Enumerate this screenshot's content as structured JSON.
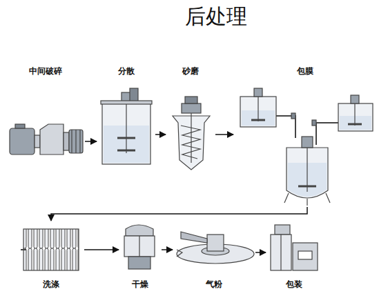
{
  "diagram": {
    "title": "后处理",
    "nodes": [
      {
        "text": [
          "中间破碎"
        ]
      },
      {
        "text": [
          "分散"
        ]
      },
      {
        "text": [
          "砂磨"
        ]
      },
      {
        "text": [
          "包膜"
        ]
      },
      {
        "text": [
          "洗涤"
        ]
      },
      {
        "text": [
          "干燥"
        ]
      },
      {
        "text": [
          "气粉"
        ]
      },
      {
        "text": [
          "包装"
        ]
      }
    ],
    "edges": [
      {
        "from": 0,
        "to": 1,
        "arrow": "to"
      },
      {
        "from": 1,
        "to": 2,
        "arrow": "to"
      },
      {
        "from": 2,
        "to": 3,
        "arrow": "to"
      },
      {
        "from": 3,
        "to": 4,
        "arrow": "to"
      },
      {
        "from": 4,
        "to": 5,
        "arrow": "to"
      },
      {
        "from": 5,
        "to": 6,
        "arrow": "to"
      },
      {
        "from": 6,
        "to": 7,
        "arrow": "to"
      }
    ]
  }
}
